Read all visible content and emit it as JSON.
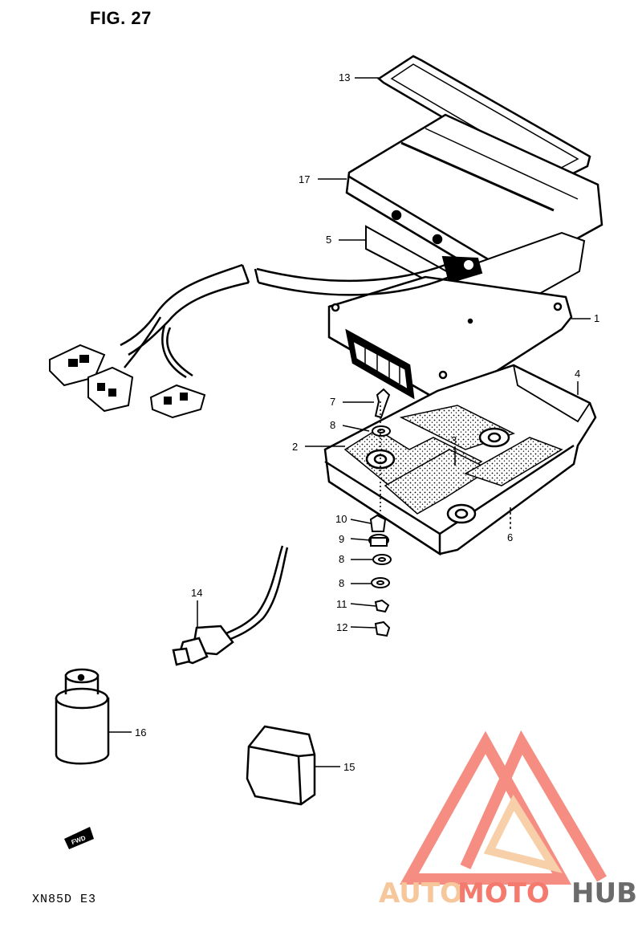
{
  "figure": {
    "title": "FIG. 27",
    "model_code": "XN85D E3"
  },
  "direction_tag": "FWD",
  "callouts": [
    "13",
    "17",
    "5",
    "1",
    "4",
    "7",
    "8",
    "2",
    "3",
    "6",
    "10",
    "9",
    "8",
    "8",
    "11",
    "12",
    "14",
    "16",
    "15"
  ],
  "watermark": {
    "part_a": "AUTO",
    "part_b": "MOTO",
    "part_c": "HUB",
    "colors": {
      "primary": "#f47a6e",
      "secondary": "#f6c79b",
      "hub": "#6b6b6b"
    }
  }
}
